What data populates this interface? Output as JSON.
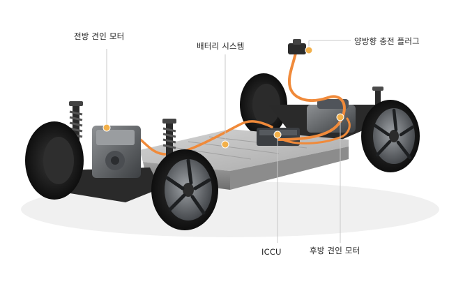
{
  "labels": {
    "front_motor": "전방 견인 모터",
    "battery": "배터리 시스템",
    "charge_plug": "양방향 충전 플러그",
    "iccu": "ICCU",
    "rear_motor": "후방 견인 모터"
  },
  "colors": {
    "marker": "#f2b04a",
    "leader_line": "#c8c8c8",
    "cable": "#f08a3a",
    "tire": "#1b1b1b",
    "rim": "#5a5d61",
    "battery_top": "#bdbdbd",
    "battery_side": "#9a9a9a",
    "frame": "#2a2a2a"
  },
  "icons": {
    "marker": "orange-dot-marker"
  }
}
